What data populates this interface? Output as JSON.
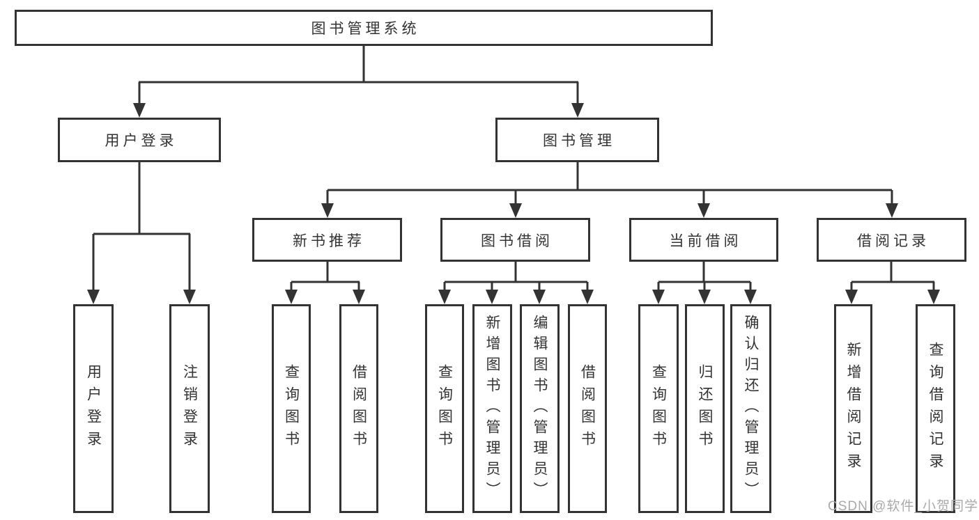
{
  "diagram": {
    "root": {
      "label": "图书管理系统"
    },
    "level2": [
      {
        "label": "用户登录"
      },
      {
        "label": "图书管理"
      }
    ],
    "level3": [
      {
        "label": "新书推荐"
      },
      {
        "label": "图书借阅"
      },
      {
        "label": "当前借阅"
      },
      {
        "label": "借阅记录"
      }
    ],
    "leaves": {
      "login": [
        {
          "label": "用户登录"
        },
        {
          "label": "注销登录"
        }
      ],
      "recommend": [
        {
          "label": "查询图书"
        },
        {
          "label": "借阅图书"
        }
      ],
      "borrow": [
        {
          "label": "查询图书"
        },
        {
          "label": "新增图书（管理员）"
        },
        {
          "label": "编辑图书（管理员）"
        },
        {
          "label": "借阅图书"
        }
      ],
      "current": [
        {
          "label": "查询图书"
        },
        {
          "label": "归还图书"
        },
        {
          "label": "确认归还（管理员）"
        }
      ],
      "records": [
        {
          "label": "新增借阅记录"
        },
        {
          "label": "查询借阅记录"
        }
      ]
    },
    "watermark": "CSDN @软件_小贺同学",
    "colors": {
      "line": "#333333",
      "text": "#333333",
      "watermark": "#a9a9a9",
      "background": "#ffffff"
    }
  }
}
